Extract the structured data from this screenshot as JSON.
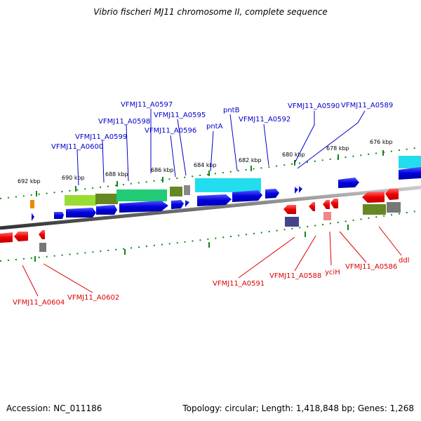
{
  "title": "Vibrio fischeri MJ11 chromosome II, complete sequence",
  "footer": {
    "accession": "Accession: NC_011186",
    "summary": "Topology: circular; Length: 1,418,848 bp; Genes: 1,268"
  },
  "scale_labels": [
    "692 kbp",
    "690 kbp",
    "688 kbp",
    "686 kbp",
    "684 kbp",
    "682 kbp",
    "680 kbp",
    "678 kbp",
    "676 kbp"
  ],
  "genes_top": [
    "VFMJ11_A0597",
    "VFMJ11_A0598",
    "VFMJ11_A0595",
    "VFMJ11_A0599",
    "VFMJ11_A0596",
    "VFMJ11_A0600",
    "pntB",
    "pntA",
    "VFMJ11_A0592",
    "VFMJ11_A0590",
    "VFMJ11_A0589"
  ],
  "genes_bottom": [
    "VFMJ11_A0591",
    "VFMJ11_A0588",
    "yciH",
    "VFMJ11_A0586",
    "ddl",
    "VFMJ11_A0604",
    "VFMJ11_A0602"
  ],
  "colors": {
    "forward": "#0000dd",
    "reverse": "#ee0000",
    "backbone": "#888888",
    "ticks": "#118811",
    "label_top": "#0000cc",
    "label_bottom": "#dd0000"
  }
}
